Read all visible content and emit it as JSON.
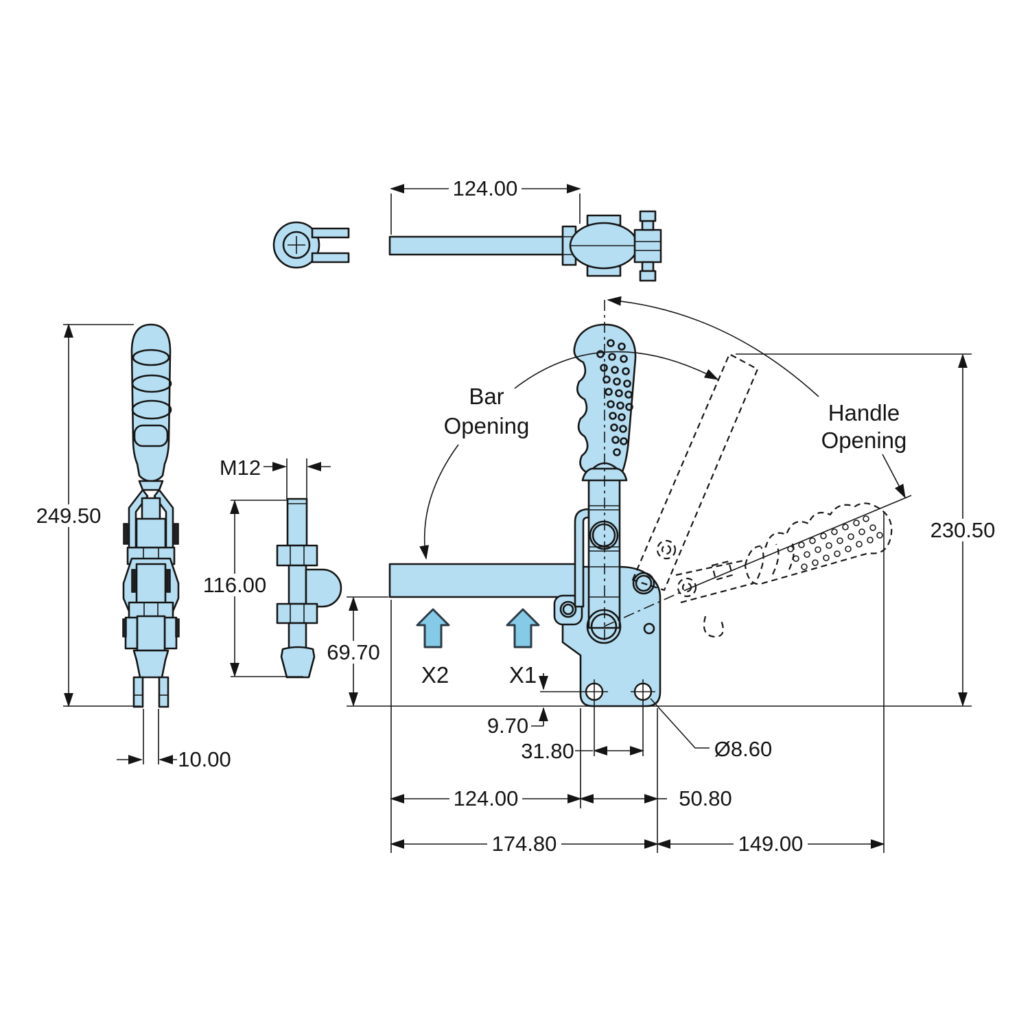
{
  "colors": {
    "background": "#ffffff",
    "body_fill": "#b5def2",
    "accent_arrow_fill": "#85cbe8",
    "line": "#161616"
  },
  "dimensions": {
    "top_bar_length": "124.00",
    "overall_height": "249.50",
    "prong_gap": "10.00",
    "thread": "M12",
    "spindle_length": "116.00",
    "bar_height": "69.70",
    "hole_offset": "9.70",
    "hole_spacing": "31.80",
    "hole_diameter": "Ø8.60",
    "bar_length": "124.00",
    "base_width": "50.80",
    "overall_length": "174.80",
    "handle_reach": "149.00",
    "open_height": "230.50"
  },
  "labels": {
    "bar_opening_line1": "Bar",
    "bar_opening_line2": "Opening",
    "handle_opening_line1": "Handle",
    "handle_opening_line2": "Opening",
    "force_point_1": "X1",
    "force_point_2": "X2"
  }
}
